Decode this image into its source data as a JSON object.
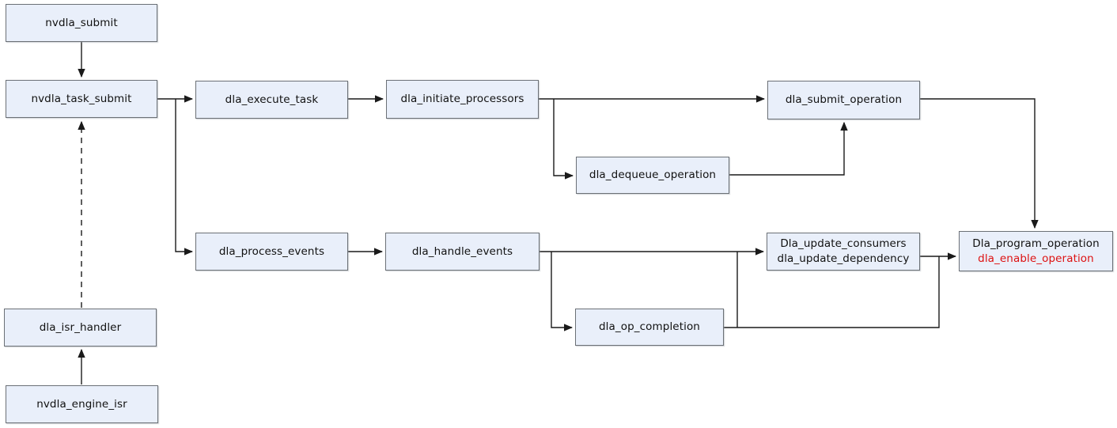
{
  "diagram": {
    "type": "flowchart",
    "background": "#ffffff"
  },
  "colors": {
    "node_fill": "#e9effa",
    "node_border": "#6b7076",
    "connector": "#1a1a1a",
    "text": "#111111",
    "highlight_text": "#dd1111"
  },
  "nodes": [
    {
      "id": "nvdla_submit",
      "label": "nvdla_submit"
    },
    {
      "id": "nvdla_task_submit",
      "label": "nvdla_task_submit"
    },
    {
      "id": "dla_execute_task",
      "label": "dla_execute_task"
    },
    {
      "id": "dla_initiate_processors",
      "label": "dla_initiate_processors"
    },
    {
      "id": "dla_submit_operation",
      "label": "dla_submit_operation"
    },
    {
      "id": "dla_dequeue_operation",
      "label": "dla_dequeue_operation"
    },
    {
      "id": "dla_process_events",
      "label": "dla_process_events"
    },
    {
      "id": "dla_handle_events",
      "label": "dla_handle_events"
    },
    {
      "id": "dla_update_consumers",
      "line1": "Dla_update_consumers",
      "line2": "dla_update_dependency"
    },
    {
      "id": "dla_program_operation",
      "line1": "Dla_program_operation",
      "line2": "dla_enable_operation",
      "line2_color": "#dd1111"
    },
    {
      "id": "dla_op_completion",
      "label": "dla_op_completion"
    },
    {
      "id": "dla_isr_handler",
      "label": "dla_isr_handler"
    },
    {
      "id": "nvdla_engine_isr",
      "label": "nvdla_engine_isr"
    }
  ],
  "edges": [
    {
      "from": "nvdla_submit",
      "to": "nvdla_task_submit",
      "style": "solid"
    },
    {
      "from": "nvdla_task_submit",
      "to": "dla_execute_task",
      "style": "solid"
    },
    {
      "from": "nvdla_task_submit",
      "to": "dla_process_events",
      "style": "solid"
    },
    {
      "from": "dla_execute_task",
      "to": "dla_initiate_processors",
      "style": "solid"
    },
    {
      "from": "dla_initiate_processors",
      "to": "dla_submit_operation",
      "style": "solid"
    },
    {
      "from": "dla_initiate_processors",
      "to": "dla_dequeue_operation",
      "style": "solid"
    },
    {
      "from": "dla_dequeue_operation",
      "to": "dla_submit_operation",
      "style": "solid"
    },
    {
      "from": "dla_submit_operation",
      "to": "dla_program_operation",
      "style": "solid"
    },
    {
      "from": "dla_process_events",
      "to": "dla_handle_events",
      "style": "solid"
    },
    {
      "from": "dla_handle_events",
      "to": "dla_update_consumers",
      "style": "solid"
    },
    {
      "from": "dla_handle_events",
      "to": "dla_op_completion",
      "style": "solid"
    },
    {
      "from": "dla_op_completion",
      "to": "dla_update_consumers",
      "style": "solid"
    },
    {
      "from": "dla_op_completion",
      "to": "dla_program_operation",
      "style": "solid"
    },
    {
      "from": "dla_update_consumers",
      "to": "dla_program_operation",
      "style": "solid"
    },
    {
      "from": "dla_isr_handler",
      "to": "nvdla_task_submit",
      "style": "dashed"
    },
    {
      "from": "nvdla_engine_isr",
      "to": "dla_isr_handler",
      "style": "solid"
    }
  ]
}
